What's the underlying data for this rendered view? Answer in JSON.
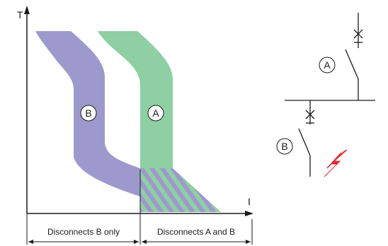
{
  "axes": {
    "y_label": "T",
    "x_label": "I"
  },
  "curves": {
    "b_label": "B",
    "a_label": "A"
  },
  "zones": {
    "left_label": "Disconnects B only",
    "right_label": "Disconnects A and B"
  },
  "circuit": {
    "breaker_a_label": "A",
    "breaker_b_label": "B"
  },
  "colors": {
    "curve_b": "#9e99cc",
    "curve_a": "#8ecfa3",
    "line": "#1a1a1a",
    "fault": "#e8252b"
  },
  "icons": {
    "fault_symbol": "lightning-bolt-icon",
    "breaker_trip_symbol": "cross-mark-icon"
  }
}
